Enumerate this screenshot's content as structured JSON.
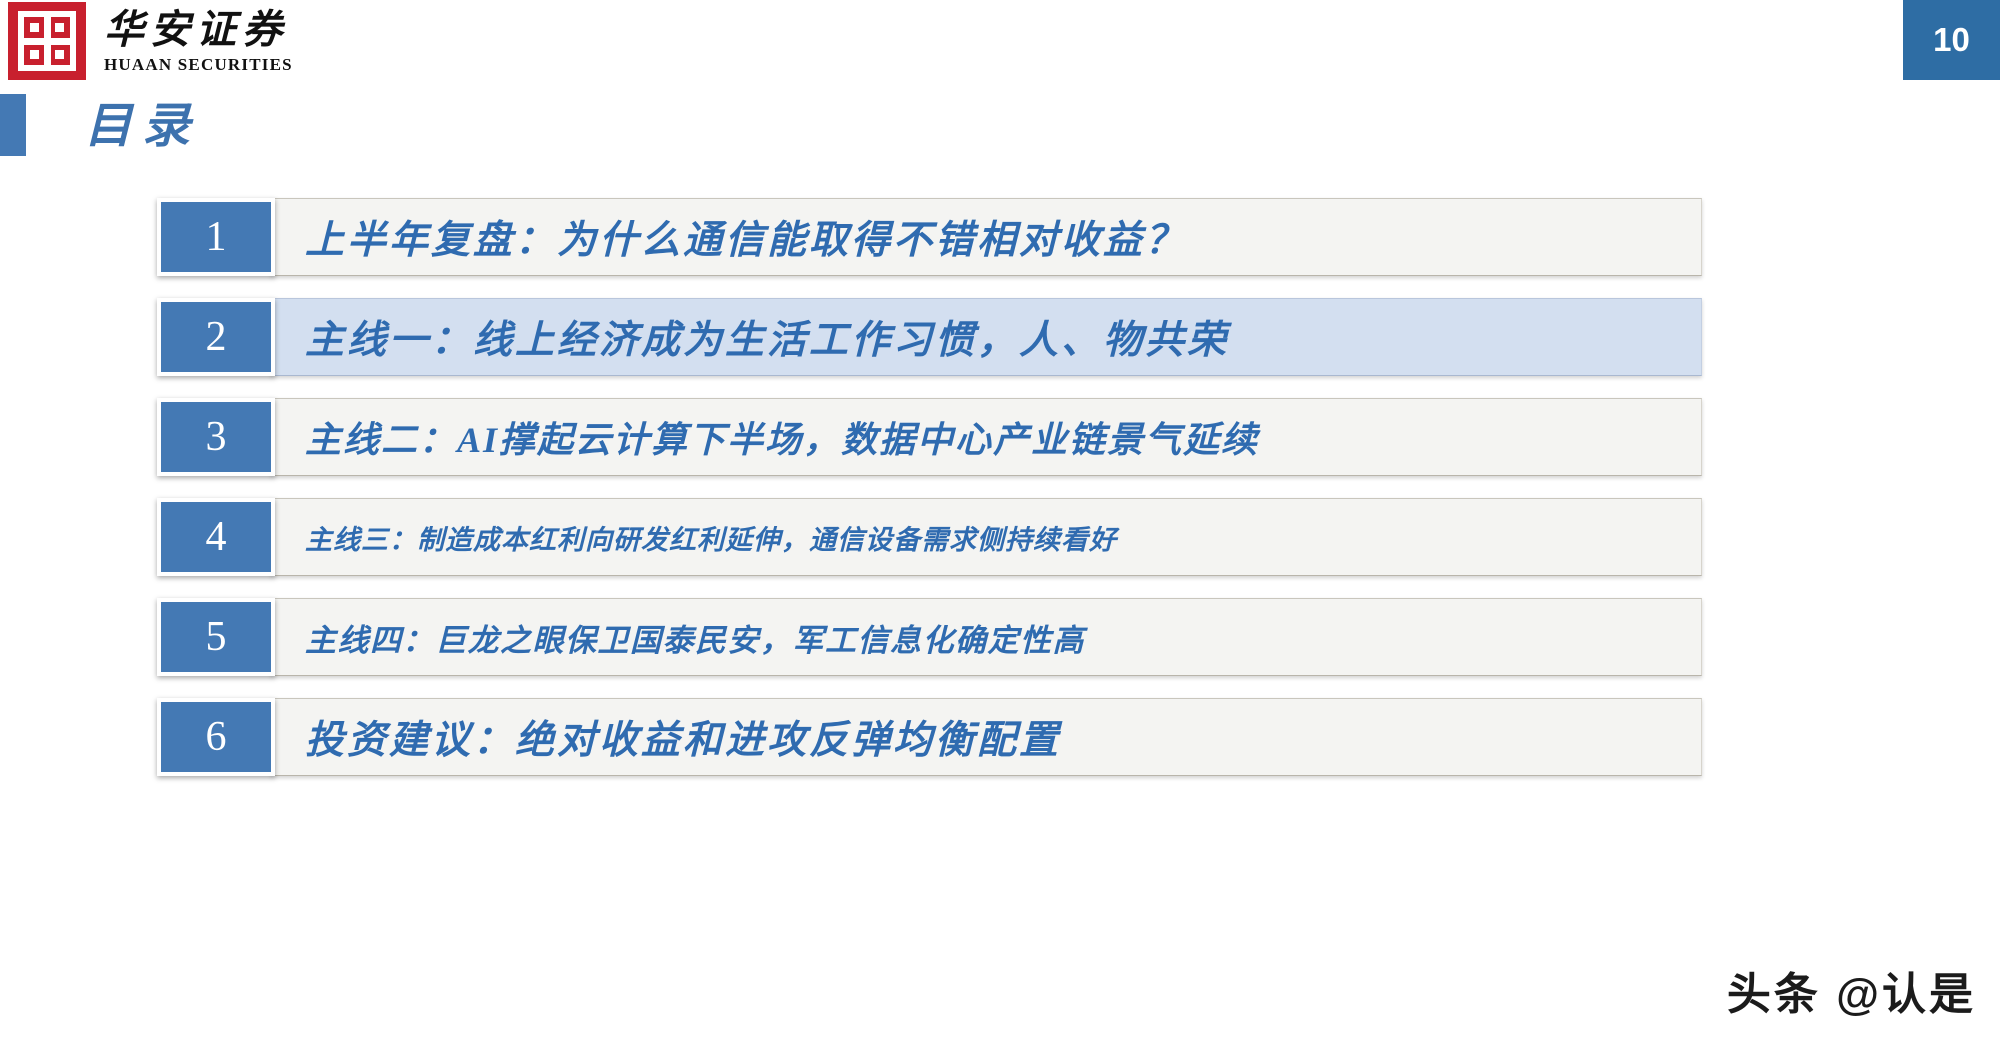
{
  "header": {
    "logo_icon": "huaan-seal-logo-icon",
    "brand_cn": "华安证券",
    "brand_en": "HUAAN SECURITIES",
    "page_number": "10",
    "badge_color": "#2e6da4"
  },
  "title": {
    "text": "目录",
    "accent_color": "#4479b4",
    "text_color": "#3d72ae"
  },
  "toc": {
    "items": [
      {
        "number": "1",
        "label": "上半年复盘：为什么通信能取得不错相对收益？",
        "size": "xl",
        "active": false
      },
      {
        "number": "2",
        "label": "主线一：线上经济成为生活工作习惯，人、物共荣",
        "size": "xl",
        "active": true
      },
      {
        "number": "3",
        "label": "主线二：AI撑起云计算下半场，数据中心产业链景气延续",
        "size": "lg",
        "active": false
      },
      {
        "number": "4",
        "label": "主线三：制造成本红利向研发红利延伸，通信设备需求侧持续看好",
        "size": "sm",
        "active": false
      },
      {
        "number": "5",
        "label": "主线四：巨龙之眼保卫国泰民安，军工信息化确定性高",
        "size": "md",
        "active": false
      },
      {
        "number": "6",
        "label": "投资建议：绝对收益和进攻反弹均衡配置",
        "size": "xl",
        "active": false
      }
    ]
  },
  "watermark": {
    "text": "头条 @认是"
  }
}
